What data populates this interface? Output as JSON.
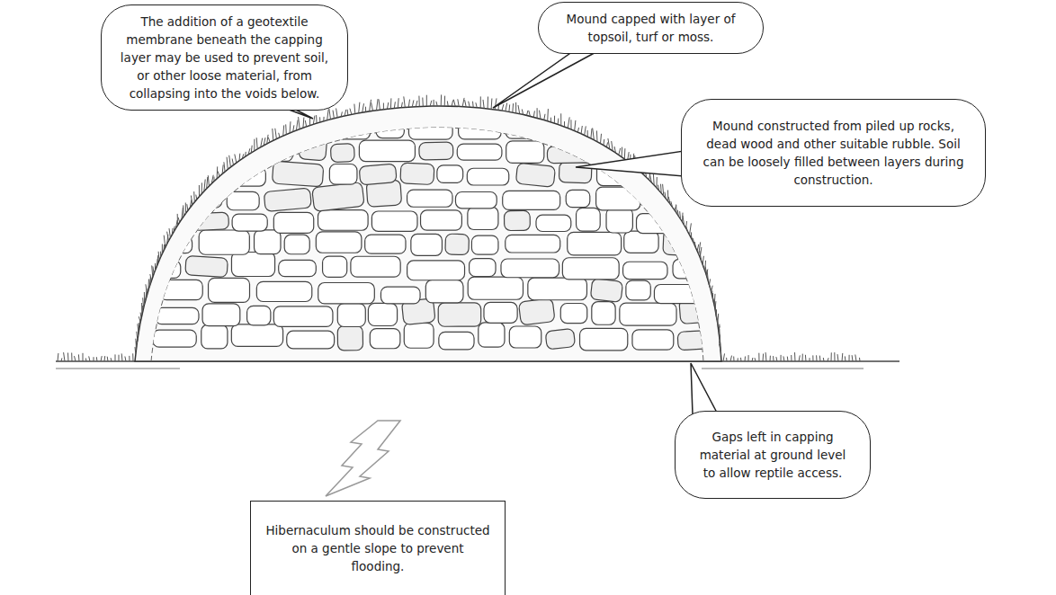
{
  "diagram": {
    "nodes": [
      {
        "text": [
          "The addition of a geotextile membrane beneath the capping layer may be used to prevent soil, or other loose material, from collapsing into the voids below."
        ]
      },
      {
        "text": [
          "Mound capped with layer of topsoil, turf or moss."
        ]
      },
      {
        "text": [
          "Mound constructed from piled up rocks, dead wood and other suitable rubble.  Soil can be loosely filled between layers during construction."
        ]
      },
      {
        "text": [
          "Gaps left in capping material at ground level to allow reptile access."
        ]
      },
      {
        "text": [
          "Hibernaculum should be constructed on a gentle slope to prevent flooding."
        ]
      }
    ]
  }
}
